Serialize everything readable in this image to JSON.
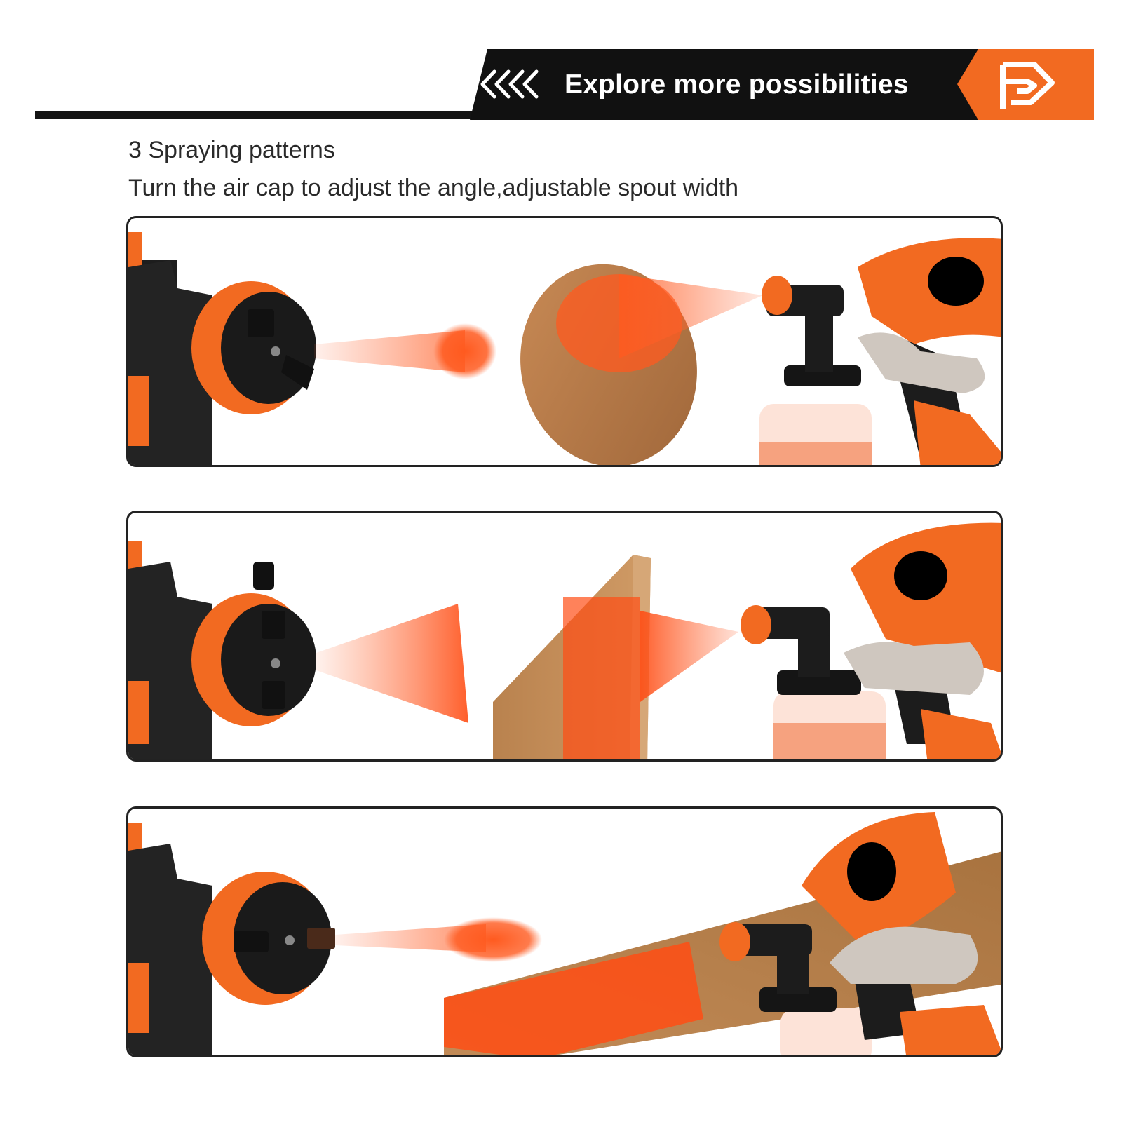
{
  "banner": {
    "title": "Explore more possibilities",
    "chevrons_icon": "chevrons-left-icon",
    "logo_icon": "brand-p-logo-icon",
    "colors": {
      "dark": "#111111",
      "accent": "#f26a21"
    }
  },
  "intro": {
    "heading": "3 Spraying patterns",
    "description": "Turn the air cap to adjust the angle,adjustable spout width"
  },
  "panels": [
    {
      "pattern": "round"
    },
    {
      "pattern": "vertical"
    },
    {
      "pattern": "horizontal"
    }
  ]
}
